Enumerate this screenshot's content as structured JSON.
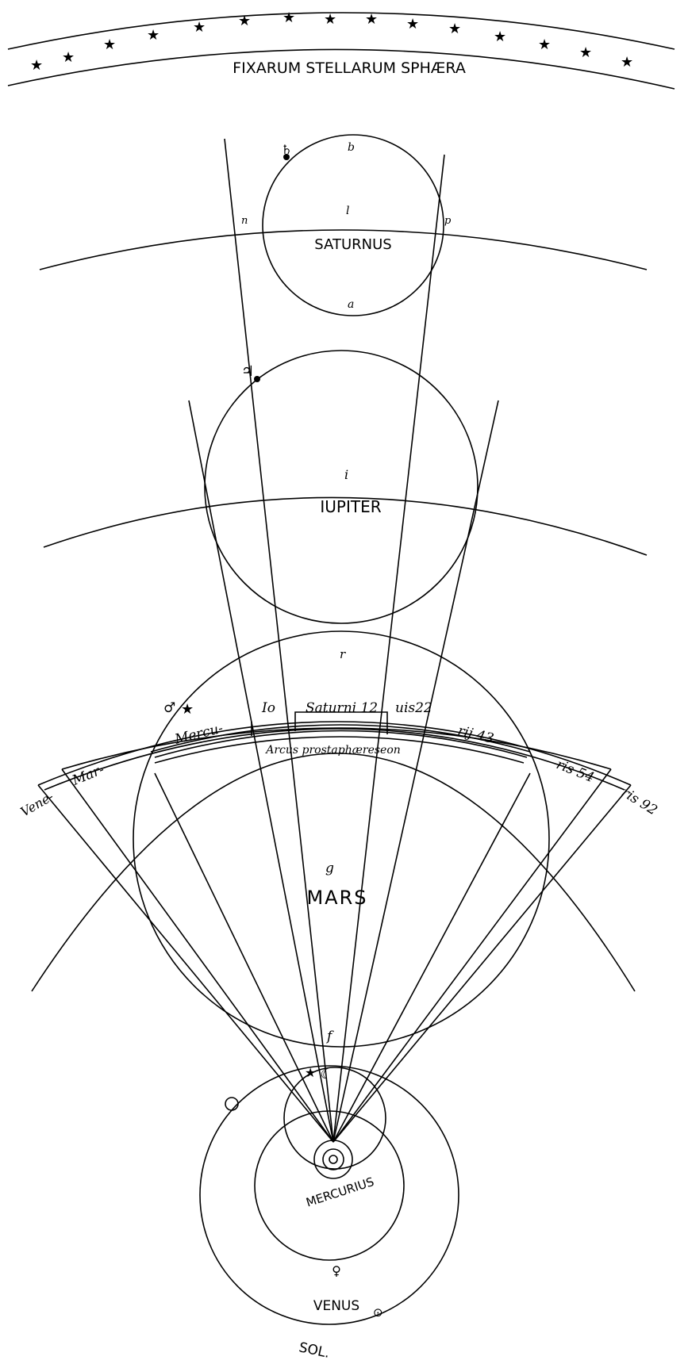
{
  "labels": {
    "sphere": "FIXARUM STELLARUM SPHÆRA",
    "saturnus": "SATURNUS",
    "iupiter": "IUPITER",
    "mars": "MARS",
    "mercurius": "MERCURIUS",
    "venus": "VENUS",
    "sol": "SOL.",
    "arcus": "Arcus prostaphæreseon"
  },
  "letters": {
    "b": "b",
    "l": "l",
    "n": "n",
    "p": "p",
    "a": "a",
    "i": "i",
    "r": "r",
    "g": "g",
    "f": "f"
  },
  "arc_labels": {
    "io": "Io",
    "saturni12": "Saturni 12",
    "uis22": "uis22",
    "rij43": "rij 43",
    "mercu": "Mercu-",
    "mar": "Mar-",
    "vene": "Vene-",
    "ris54": "ris 54",
    "ris92": "ris 92"
  },
  "symbols": {
    "saturn": "♄",
    "jupiter": "♃",
    "mars": "♂",
    "moon": "☾",
    "venus": "♀",
    "sun": "⊙",
    "star": "★"
  }
}
